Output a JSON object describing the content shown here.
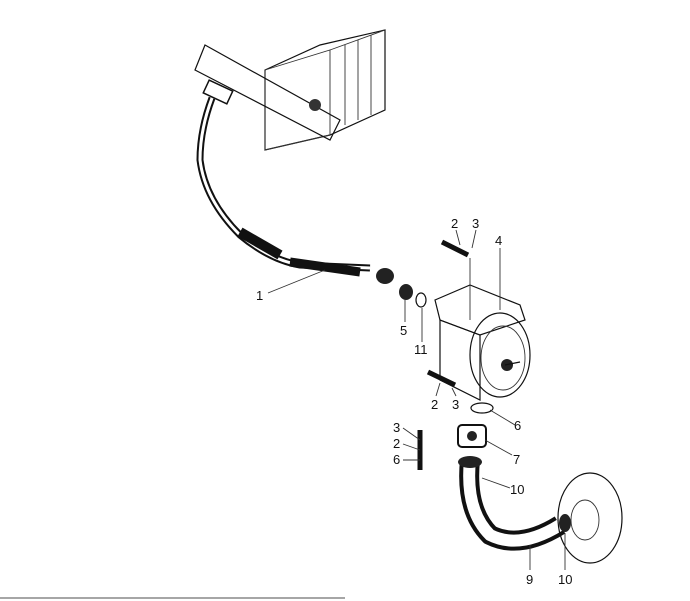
{
  "diagram": {
    "labels": {
      "hose_upper": "1",
      "bolt_top_a": "2",
      "bolt_top_b": "3",
      "pump": "4",
      "fitting": "5",
      "oring_top": "11",
      "bolt_low_a": "2",
      "bolt_low_b": "3",
      "oring_low": "6",
      "flange": "7",
      "cluster_a": "3",
      "cluster_b": "2",
      "cluster_c": "6",
      "clamp_upper": "10",
      "hose_lower": "9",
      "clamp_lower": "10"
    },
    "colors": {
      "ink": "#111111",
      "paper": "#ffffff"
    }
  }
}
